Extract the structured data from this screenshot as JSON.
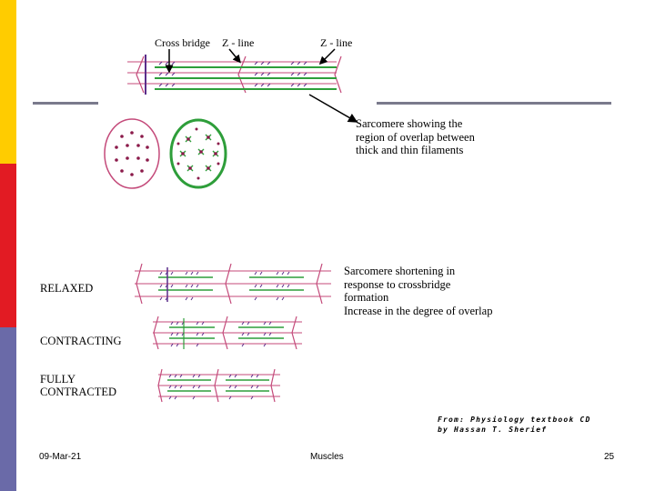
{
  "labels": {
    "cross_bridge": "Cross bridge",
    "z_line_1": "Z - line",
    "z_line_2": "Z - line"
  },
  "captions": {
    "overlap": [
      "Sarcomere showing the",
      "region of overlap between",
      "thick and thin filaments"
    ],
    "shortening": [
      "Sarcomere shortening in",
      "response to crossbridge",
      "formation",
      "Increase in the degree of overlap"
    ]
  },
  "stages": {
    "relaxed": "RELAXED",
    "contracting": "CONTRACTING",
    "fully": [
      "FULLY",
      "CONTRACTED"
    ]
  },
  "credit": [
    "From: Physiology textbook CD",
    "by Hassan T. Sherief"
  ],
  "footer": {
    "date": "09-Mar-21",
    "title": "Muscles",
    "page": "25"
  },
  "colors": {
    "strip_yellow": "#FFCC00",
    "strip_red": "#E21B23",
    "strip_slate": "#6A6AA8",
    "rule_gray": "#7A7A8C",
    "thick_filament": "#5A2D8A",
    "thin_filament": "#C44A7A",
    "green_filament": "#2E9E3A"
  }
}
